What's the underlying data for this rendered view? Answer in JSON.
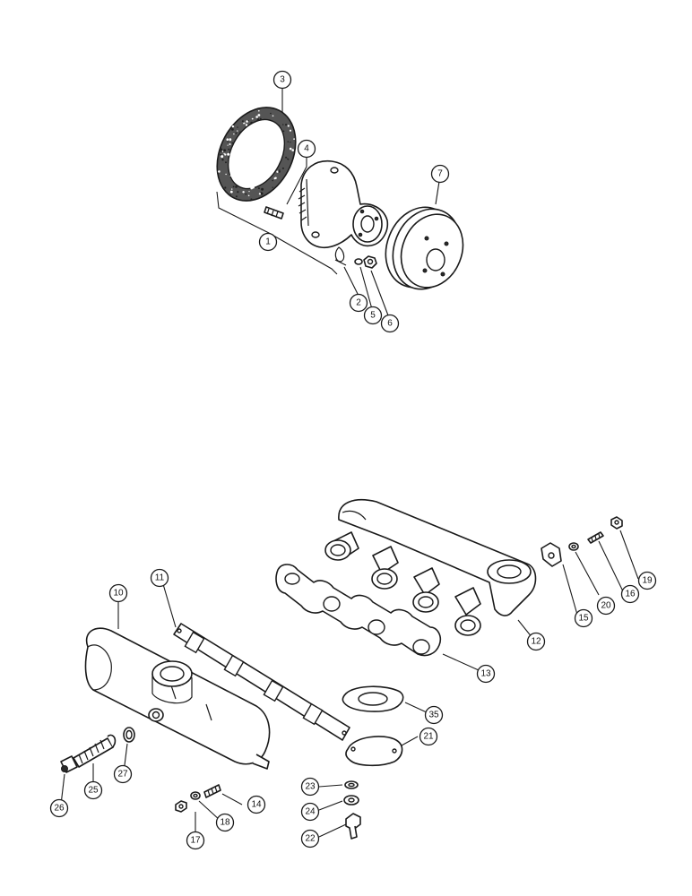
{
  "diagram": {
    "colors": {
      "line": "#1a1a1a",
      "background": "#ffffff"
    },
    "callouts": [
      {
        "id": "c1",
        "label": "1"
      },
      {
        "id": "c2",
        "label": "2"
      },
      {
        "id": "c3",
        "label": "3"
      },
      {
        "id": "c4",
        "label": "4"
      },
      {
        "id": "c5",
        "label": "5"
      },
      {
        "id": "c6",
        "label": "6"
      },
      {
        "id": "c7",
        "label": "7"
      },
      {
        "id": "c10",
        "label": "10"
      },
      {
        "id": "c11",
        "label": "11"
      },
      {
        "id": "c12",
        "label": "12"
      },
      {
        "id": "c13",
        "label": "13"
      },
      {
        "id": "c14",
        "label": "14"
      },
      {
        "id": "c15",
        "label": "15"
      },
      {
        "id": "c16",
        "label": "16"
      },
      {
        "id": "c17",
        "label": "17"
      },
      {
        "id": "c18",
        "label": "18"
      },
      {
        "id": "c19",
        "label": "19"
      },
      {
        "id": "c20",
        "label": "20"
      },
      {
        "id": "c21",
        "label": "21"
      },
      {
        "id": "c22",
        "label": "22"
      },
      {
        "id": "c23",
        "label": "23"
      },
      {
        "id": "c24",
        "label": "24"
      },
      {
        "id": "c25",
        "label": "25"
      },
      {
        "id": "c26",
        "label": "26"
      },
      {
        "id": "c27",
        "label": "27"
      },
      {
        "id": "c35",
        "label": "35"
      }
    ]
  }
}
